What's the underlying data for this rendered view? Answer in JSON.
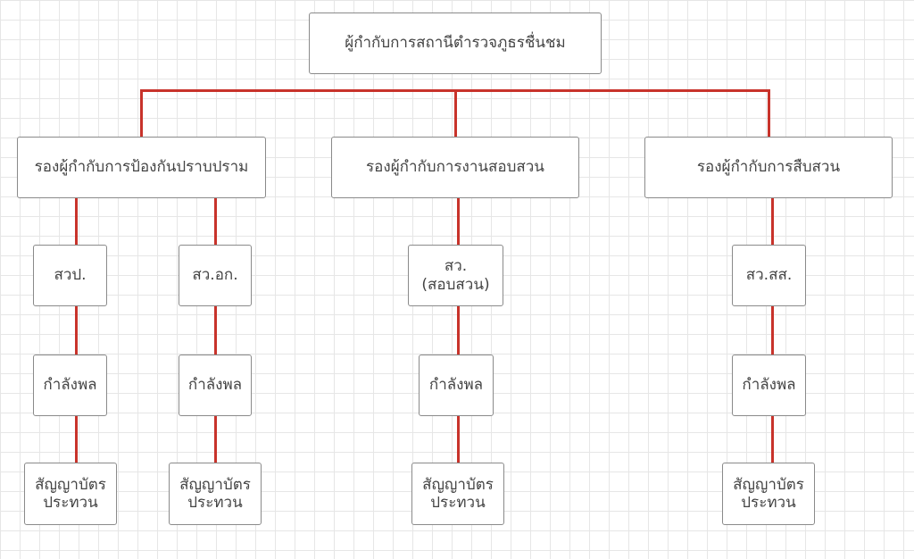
{
  "root": "ผู้กำกับการสถานีตำรวจภูธรชื่นชม",
  "deputies": [
    "รองผู้กำกับการป้องกันปราบปราม",
    "รองผู้กำกับการงานสอบสวน",
    "รองผู้กำกับการสืบสวน"
  ],
  "inspectors": [
    "สวป.",
    "สว.อก.",
    "สว.\n(สอบสวน)",
    "สว.สส."
  ],
  "personnel": "กำลังพล",
  "ranks": "สัญญาบัตร\nประทวน",
  "line_color": "#c8332b"
}
